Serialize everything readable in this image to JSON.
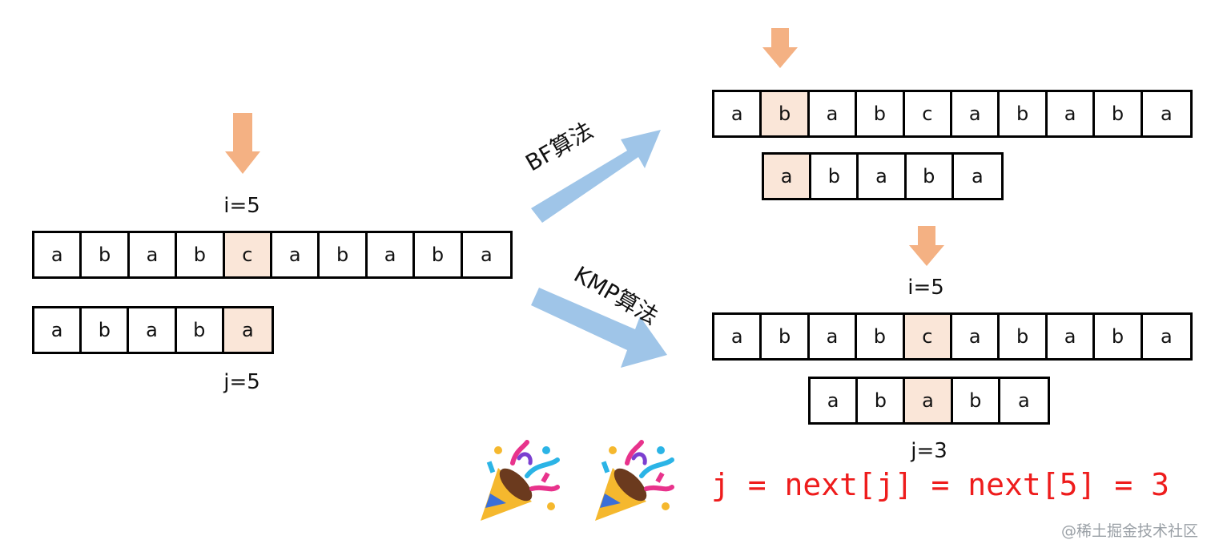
{
  "left": {
    "i_label": "i=5",
    "j_label": "j=5",
    "text_cells": [
      "a",
      "b",
      "a",
      "b",
      "c",
      "a",
      "b",
      "a",
      "b",
      "a"
    ],
    "text_highlight": 4,
    "pattern_cells": [
      "a",
      "b",
      "a",
      "b",
      "a"
    ],
    "pattern_highlight": 4
  },
  "bf": {
    "label": "BF算法",
    "text_cells": [
      "a",
      "b",
      "a",
      "b",
      "c",
      "a",
      "b",
      "a",
      "b",
      "a"
    ],
    "text_highlight": 1,
    "pattern_cells": [
      "a",
      "b",
      "a",
      "b",
      "a"
    ],
    "pattern_highlight": 0
  },
  "kmp": {
    "label": "KMP算法",
    "i_label": "i=5",
    "j_label": "j=3",
    "text_cells": [
      "a",
      "b",
      "a",
      "b",
      "c",
      "a",
      "b",
      "a",
      "b",
      "a"
    ],
    "text_highlight": 4,
    "pattern_cells": [
      "a",
      "b",
      "a",
      "b",
      "a"
    ],
    "pattern_highlight": 2,
    "formula": "j = next[j] = next[5] = 3"
  },
  "colors": {
    "pointer_arrow": "#f4b183",
    "big_arrow": "#9fc5e8",
    "highlight": "#fae6d8",
    "formula": "#ee1c1c"
  },
  "icons": [
    "party-popper-icon",
    "party-popper-icon"
  ],
  "watermark": "@稀土掘金技术社区"
}
